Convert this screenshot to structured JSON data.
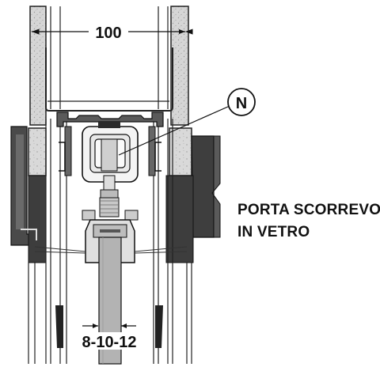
{
  "drawing": {
    "dimension_top": "100",
    "dimension_glass": "8-10-12",
    "callout_letter": "N",
    "label_line1": "PORTA SCORREVOLE",
    "label_line2": "IN VETRO"
  },
  "colors": {
    "wall_fill": "#d3d3d3",
    "profile_dark": "#3a3a3a",
    "profile_mid": "#8a8a8a",
    "line": "#111111",
    "glass_fill": "#b5b5b5"
  }
}
